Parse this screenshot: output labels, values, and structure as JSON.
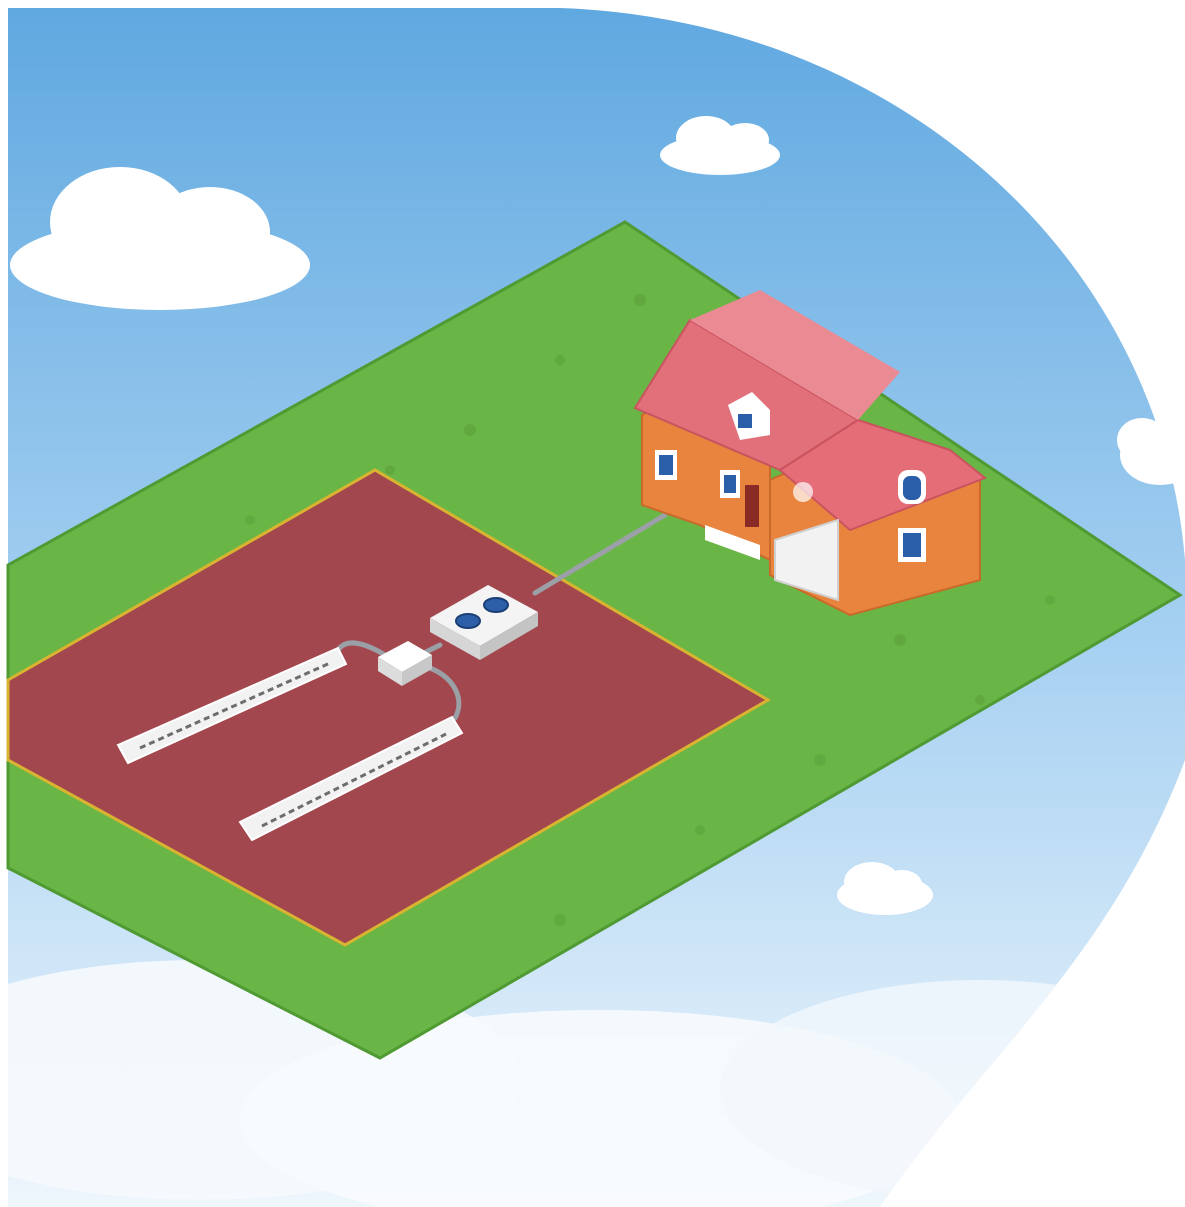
{
  "illustration": {
    "subject": "septic-drainfield-diagram",
    "colors": {
      "sky_top": "#5fa8e0",
      "sky_mid": "#a9d2f2",
      "sky_bottom": "#eef6fc",
      "cloud": "#ffffff",
      "lawn": "#69b545",
      "lawn_edge": "#4f9a33",
      "drainfield": "#a3474f",
      "drainfield_border": "#d8b431",
      "pipe": "#9aa0a6",
      "tank": "#f4f4f4",
      "tank_lid": "#2d5fa8",
      "house_wall": "#e8843e",
      "house_roof": "#e2707a",
      "house_trim": "#ffffff",
      "window_glass": "#2a5ea8",
      "chimney": "#d56757"
    },
    "elements": {
      "house": "house-icon",
      "septic_tank": "septic-tank-icon",
      "distribution_box": "distribution-box-icon",
      "trenches": [
        "drain-trench",
        "drain-trench"
      ],
      "clouds": 6
    }
  }
}
